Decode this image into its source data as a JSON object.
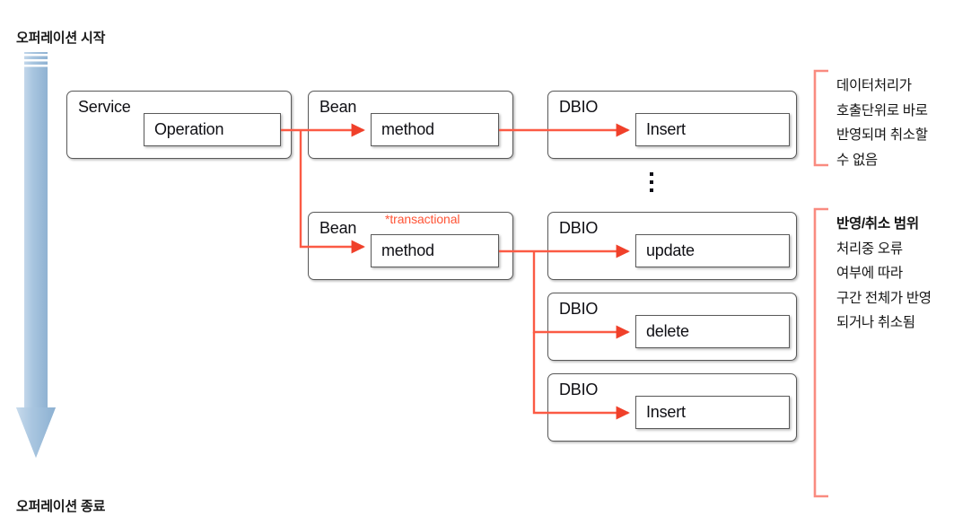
{
  "diagram": {
    "title": "Transaction scope diagram",
    "colors": {
      "wire": "#fb5a44",
      "arrow_blue_light": "#b9d0e6",
      "arrow_blue_dark": "#8fb4d4",
      "box_border": "#595959",
      "text": "#0f0f14",
      "bracket": "#f98b80",
      "transactional_text": "#ff5436"
    },
    "flow": {
      "start_label": "오퍼레이션 시작",
      "end_label": "오퍼레이션 종료"
    },
    "rows": [
      {
        "id": "row-1",
        "service": {
          "container": "Service",
          "method": "Operation"
        },
        "bean": {
          "container": "Bean",
          "method": "method",
          "tag": ""
        },
        "dbio": {
          "container": "DBIO",
          "method": "Insert"
        }
      },
      {
        "id": "row-2",
        "bean": {
          "container": "Bean",
          "method": "method",
          "tag": "*transactional"
        },
        "dbio": {
          "container": "DBIO",
          "method": "update"
        }
      },
      {
        "id": "row-3",
        "dbio": {
          "container": "DBIO",
          "method": "delete"
        }
      },
      {
        "id": "row-4",
        "dbio": {
          "container": "DBIO",
          "method": "Insert"
        }
      }
    ],
    "ellipsis": "⋮",
    "annotations": [
      {
        "id": "annotation-autocommit",
        "bold_first_line": false,
        "lines": [
          "데이터처리가",
          "호출단위로 바로",
          "반영되며 취소할",
          "수 없음"
        ]
      },
      {
        "id": "annotation-transaction-scope",
        "bold_first_line": true,
        "lines": [
          "반영/취소 범위",
          "처리중 오류",
          "여부에 따라",
          "구간 전체가 반영",
          "되거나 취소됨"
        ]
      }
    ]
  }
}
